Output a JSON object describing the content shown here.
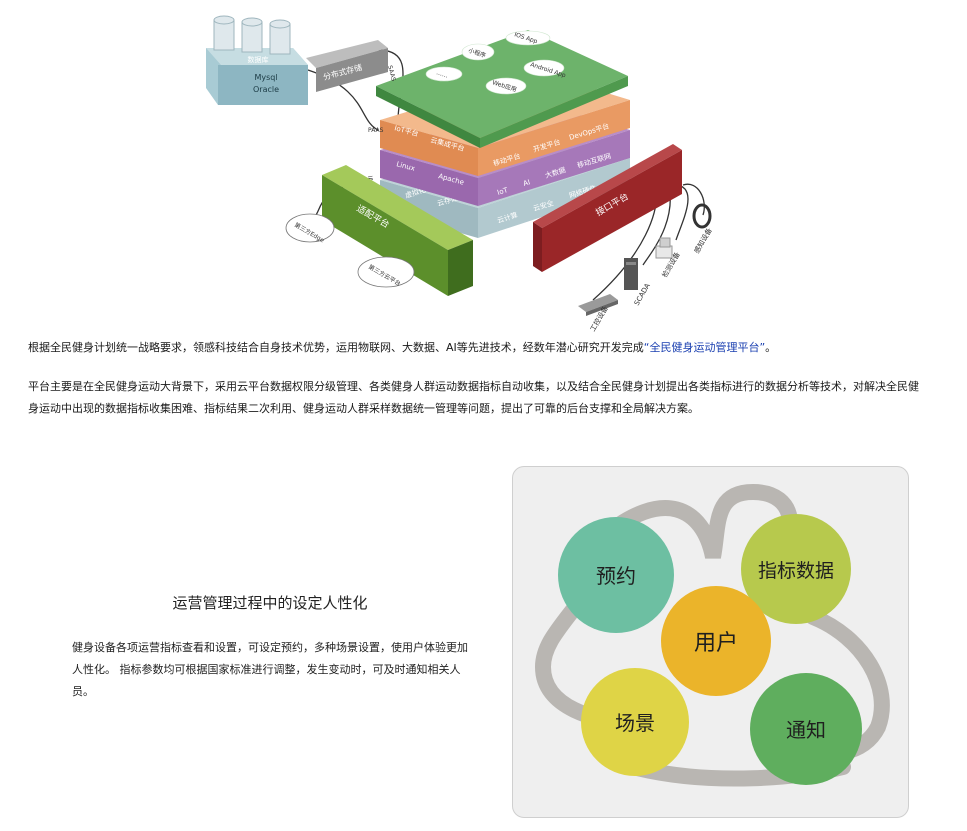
{
  "architecture": {
    "database": {
      "label": "数据库",
      "engines": [
        "Mysql",
        "Oracle"
      ]
    },
    "distributed_storage": "分布式存储",
    "layer_labels": {
      "saas": "SAAS",
      "paas": "PAAS",
      "iaas": "IAAS"
    },
    "saas_apps": [
      "IOS App",
      "Android App",
      "Web应用",
      "小程序",
      "……"
    ],
    "paas_items": [
      "IoT平台",
      "云集成平台",
      "移动平台",
      "开发平台",
      "DevOps平台"
    ],
    "paas_row2": [
      "Linux",
      "Apache",
      "IoT",
      "AI",
      "大数据",
      "移动互联网"
    ],
    "iaas_items": [
      "虚拟化",
      "云存储",
      "云计算",
      "云安全",
      "网络硬件"
    ],
    "adapter_platform": "适配平台",
    "third_party": [
      "第三方Edge",
      "第三方云平台"
    ],
    "interface_platform": "接口平台",
    "edge_label": "Edge",
    "devices": [
      "工控设备",
      "SCADA",
      "检测设备",
      "感知设备"
    ]
  },
  "intro": {
    "para1_before": "根据全民健身计划统一战略要求，领感科技结合自身技术优势，运用物联网、大数据、AI等先进技术，经数年潜心研究开发完成",
    "para1_highlight": "“全民健身运动管理平台”",
    "para1_after": "。",
    "para2": "平台主要是在全民健身运动大背景下，采用云平台数据权限分级管理、各类健身人群运动数据指标自动收集，以及结合全民健身计划提出各类指标进行的数据分析等技术，对解决全民健身运动中出现的数据指标收集困难、指标结果二次利用、健身运动人群采样数据统一管理等问题，提出了可靠的后台支撑和全局解决方案。"
  },
  "feature": {
    "title": "运营管理过程中的设定人性化",
    "description": "健身设备各项运营指标查看和设置，可设定预约，多种场景设置，使用户体验更加人性化。 指标参数均可根据国家标准进行调整，发生变动时，可及时通知相关人员。"
  },
  "ecosystem": {
    "center": "用户",
    "nodes": [
      "预约",
      "指标数据",
      "场景",
      "通知"
    ],
    "colors": {
      "reserve": "#6dbfa2",
      "metrics": "#b7c94d",
      "user": "#ebb42a",
      "scene": "#dfd446",
      "notify": "#5fae5e"
    }
  }
}
